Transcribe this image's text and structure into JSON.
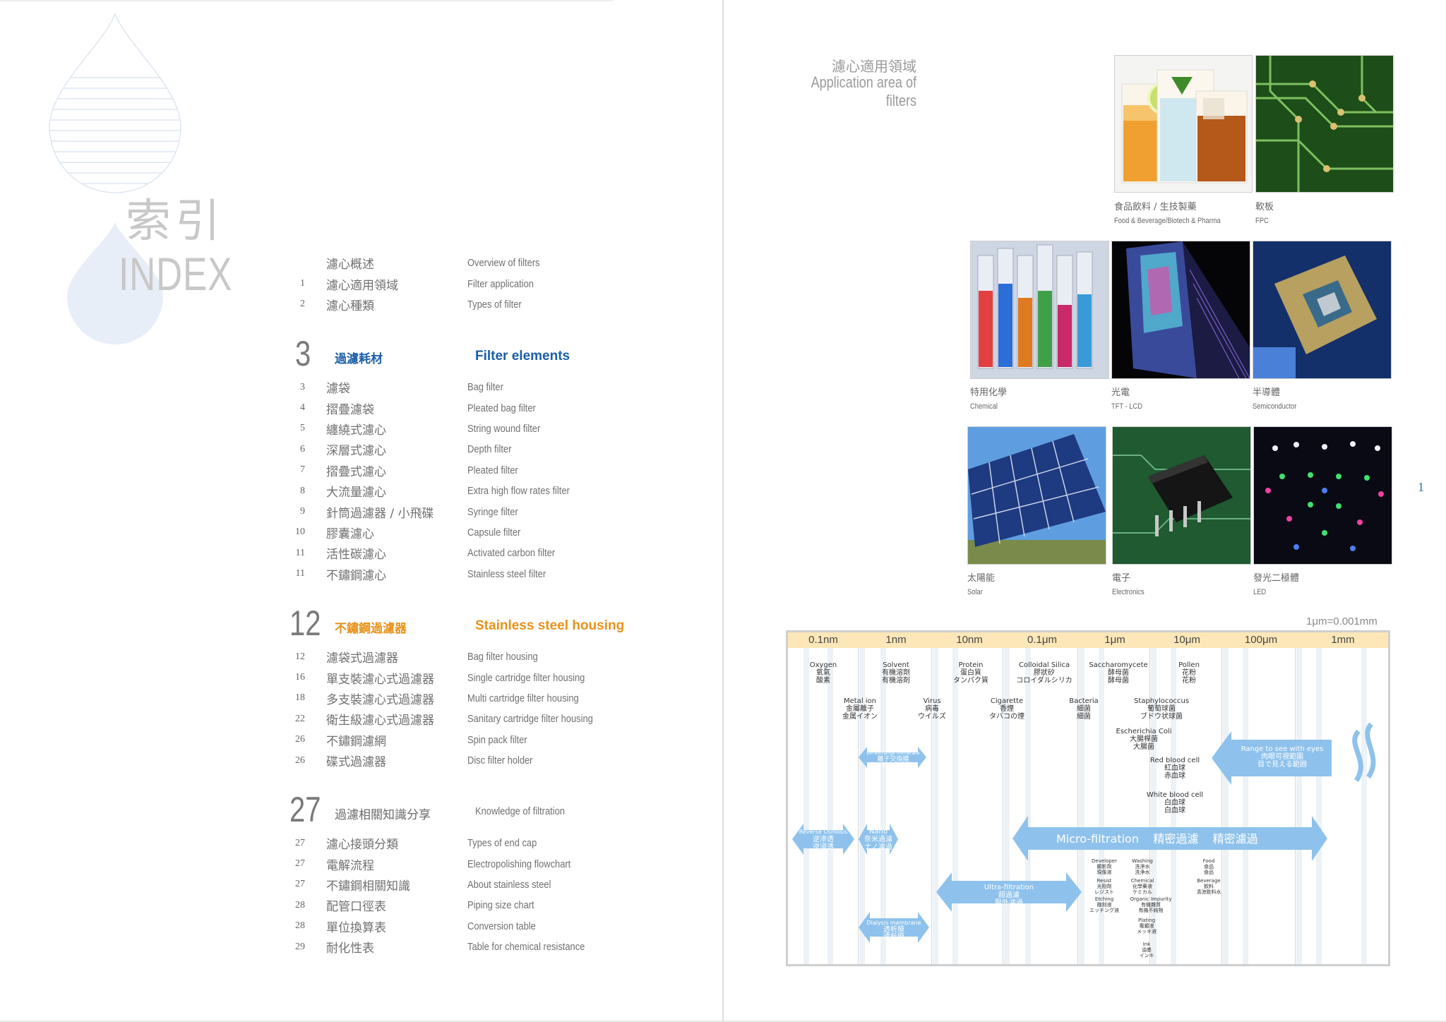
{
  "index": {
    "title_zh": "索引",
    "title_en": "INDEX",
    "intro_rows": [
      {
        "page": "",
        "zh": "濾心概述",
        "en": "Overview of filters"
      },
      {
        "page": "1",
        "zh": "濾心適用領域",
        "en": "Filter application"
      },
      {
        "page": "2",
        "zh": "濾心種類",
        "en": "Types of filter"
      }
    ],
    "sections": [
      {
        "num": "3",
        "zh": "過濾耗材",
        "en": "Filter elements",
        "rows": [
          {
            "page": "3",
            "zh": "濾袋",
            "en": "Bag filter"
          },
          {
            "page": "4",
            "zh": "摺疊濾袋",
            "en": "Pleated bag filter"
          },
          {
            "page": "5",
            "zh": "纏繞式濾心",
            "en": "String wound filter"
          },
          {
            "page": "6",
            "zh": "深層式濾心",
            "en": "Depth filter"
          },
          {
            "page": "7",
            "zh": "摺疊式濾心",
            "en": "Pleated filter"
          },
          {
            "page": "8",
            "zh": "大流量濾心",
            "en": "Extra high flow rates filter"
          },
          {
            "page": "9",
            "zh": "針筒過濾器 / 小飛碟",
            "en": "Syringe filter"
          },
          {
            "page": "10",
            "zh": "膠囊濾心",
            "en": "Capsule filter"
          },
          {
            "page": "11",
            "zh": "活性碳濾心",
            "en": "Activated carbon filter"
          },
          {
            "page": "11",
            "zh": "不鏽鋼濾心",
            "en": "Stainless steel filter"
          }
        ]
      },
      {
        "num": "12",
        "zh": "不鏽鋼過濾器",
        "en": "Stainless steel housing",
        "rows": [
          {
            "page": "12",
            "zh": "濾袋式過濾器",
            "en": "Bag filter housing"
          },
          {
            "page": "16",
            "zh": "單支裝濾心式過濾器",
            "en": "Single cartridge filter housing"
          },
          {
            "page": "18",
            "zh": "多支裝濾心式過濾器",
            "en": "Multi cartridge filter housing"
          },
          {
            "page": "22",
            "zh": "衛生級濾心式過濾器",
            "en": "Sanitary cartridge filter housing"
          },
          {
            "page": "26",
            "zh": "不鏽鋼濾網",
            "en": "Spin pack filter"
          },
          {
            "page": "26",
            "zh": "碟式過濾器",
            "en": "Disc filter holder"
          }
        ]
      },
      {
        "num": "27",
        "zh": "過濾相關知識分享",
        "en": "Knowledge of filtration",
        "rows": [
          {
            "page": "27",
            "zh": "濾心接頭分類",
            "en": "Types of end cap"
          },
          {
            "page": "27",
            "zh": "電解流程",
            "en": "Electropolishing flowchart"
          },
          {
            "page": "27",
            "zh": "不鏽鋼相關知識",
            "en": "About stainless steel"
          },
          {
            "page": "28",
            "zh": "配管口徑表",
            "en": "Piping size chart"
          },
          {
            "page": "28",
            "zh": "單位換算表",
            "en": "Conversion table"
          },
          {
            "page": "29",
            "zh": "耐化性表",
            "en": "Table for chemical resistance"
          }
        ]
      }
    ]
  },
  "application": {
    "title_zh": "濾心適用領域",
    "title_en": "Application area of filters",
    "page_number": "1",
    "photos": [
      {
        "zh": "食品飲料 / 生技製藥",
        "en": "Food & Beverage/Biotech & Pharma"
      },
      {
        "zh": "軟板",
        "en": "FPC"
      },
      {
        "zh": "特用化學",
        "en": "Chemical"
      },
      {
        "zh": "光電",
        "en": "TFT - LCD"
      },
      {
        "zh": "半導體",
        "en": "Semiconductor"
      },
      {
        "zh": "太陽能",
        "en": "Solar"
      },
      {
        "zh": "電子",
        "en": "Electronics"
      },
      {
        "zh": "發光二極體",
        "en": "LED"
      }
    ]
  },
  "size_chart": {
    "unit_note": "1μm=0.001mm",
    "scale_labels": [
      "0.1nm",
      "1nm",
      "10nm",
      "0.1μm",
      "1μm",
      "10μm",
      "100μm",
      "1mm"
    ],
    "particles": [
      {
        "lines": [
          "Oxygen",
          "氧氣",
          "酸素"
        ]
      },
      {
        "lines": [
          "Solvent",
          "有機溶劑",
          "有機溶剤"
        ]
      },
      {
        "lines": [
          "Protein",
          "蛋白質",
          "タンパク質"
        ]
      },
      {
        "lines": [
          "Colloidal Silica",
          "膠狀矽",
          "コロイダルシリカ"
        ]
      },
      {
        "lines": [
          "Saccharomycete",
          "酵母菌",
          "酵母菌"
        ]
      },
      {
        "lines": [
          "Pollen",
          "花粉",
          "花粉"
        ]
      },
      {
        "lines": [
          "Metal ion",
          "金屬離子",
          "金属イオン"
        ]
      },
      {
        "lines": [
          "Virus",
          "病毒",
          "ウイルズ"
        ]
      },
      {
        "lines": [
          "Cigarette",
          "香煙",
          "タバコの煙"
        ]
      },
      {
        "lines": [
          "Bacteria",
          "細菌",
          "細菌"
        ]
      },
      {
        "lines": [
          "Staphylococcus",
          "葡萄球菌",
          "ブドウ状球菌"
        ]
      },
      {
        "lines": [
          "Escherichia Coli",
          "大腸桿菌",
          "大腸菌"
        ]
      },
      {
        "lines": [
          "Red blood cell",
          "紅血球",
          "赤血球"
        ]
      },
      {
        "lines": [
          "White blood cell",
          "白血球",
          "白血球"
        ]
      }
    ],
    "small_labels": [
      {
        "lines": [
          "Developer",
          "顯影劑",
          "現像液"
        ]
      },
      {
        "lines": [
          "Washing",
          "洗淨水",
          "洗浄水"
        ]
      },
      {
        "lines": [
          "Food",
          "食品",
          "食品"
        ]
      },
      {
        "lines": [
          "Resist",
          "光阻劑",
          "レジスト"
        ]
      },
      {
        "lines": [
          "Chemical",
          "化學藥液",
          "ケミカル"
        ]
      },
      {
        "lines": [
          "Beverage",
          "飲料",
          "清涼飲料水"
        ]
      },
      {
        "lines": [
          "Etching",
          "蝕刻液",
          "エッチング液"
        ]
      },
      {
        "lines": [
          "Organic Impurity",
          "有機雜質",
          "有機不純物"
        ]
      },
      {
        "lines": [
          "Plating",
          "電鍍液",
          "メッキ液"
        ]
      },
      {
        "lines": [
          "Ink",
          "油墨",
          "インキ"
        ]
      }
    ],
    "ranges": {
      "reverse_osmosis": [
        "Reverse Osmosis",
        "逆滲透",
        "逆浸透"
      ],
      "nano": [
        "Nano",
        "奈米過濾",
        "ナノ濾過"
      ],
      "ion_exchange": [
        "Ion exchange membrane",
        "離子交換膜",
        "イオン交換膜"
      ],
      "ultra_filtration": [
        "Ultra-filtration",
        "超過濾",
        "限外濾過"
      ],
      "dialysis": [
        "Dialysis membrane",
        "透析膜",
        "透析膜"
      ],
      "micro_filtration": [
        "Micro-filtration",
        "精密過濾",
        "精密濾過"
      ],
      "eye_range": [
        "Range to see with eyes",
        "肉眼可視範圍",
        "目で見える範囲"
      ]
    }
  }
}
